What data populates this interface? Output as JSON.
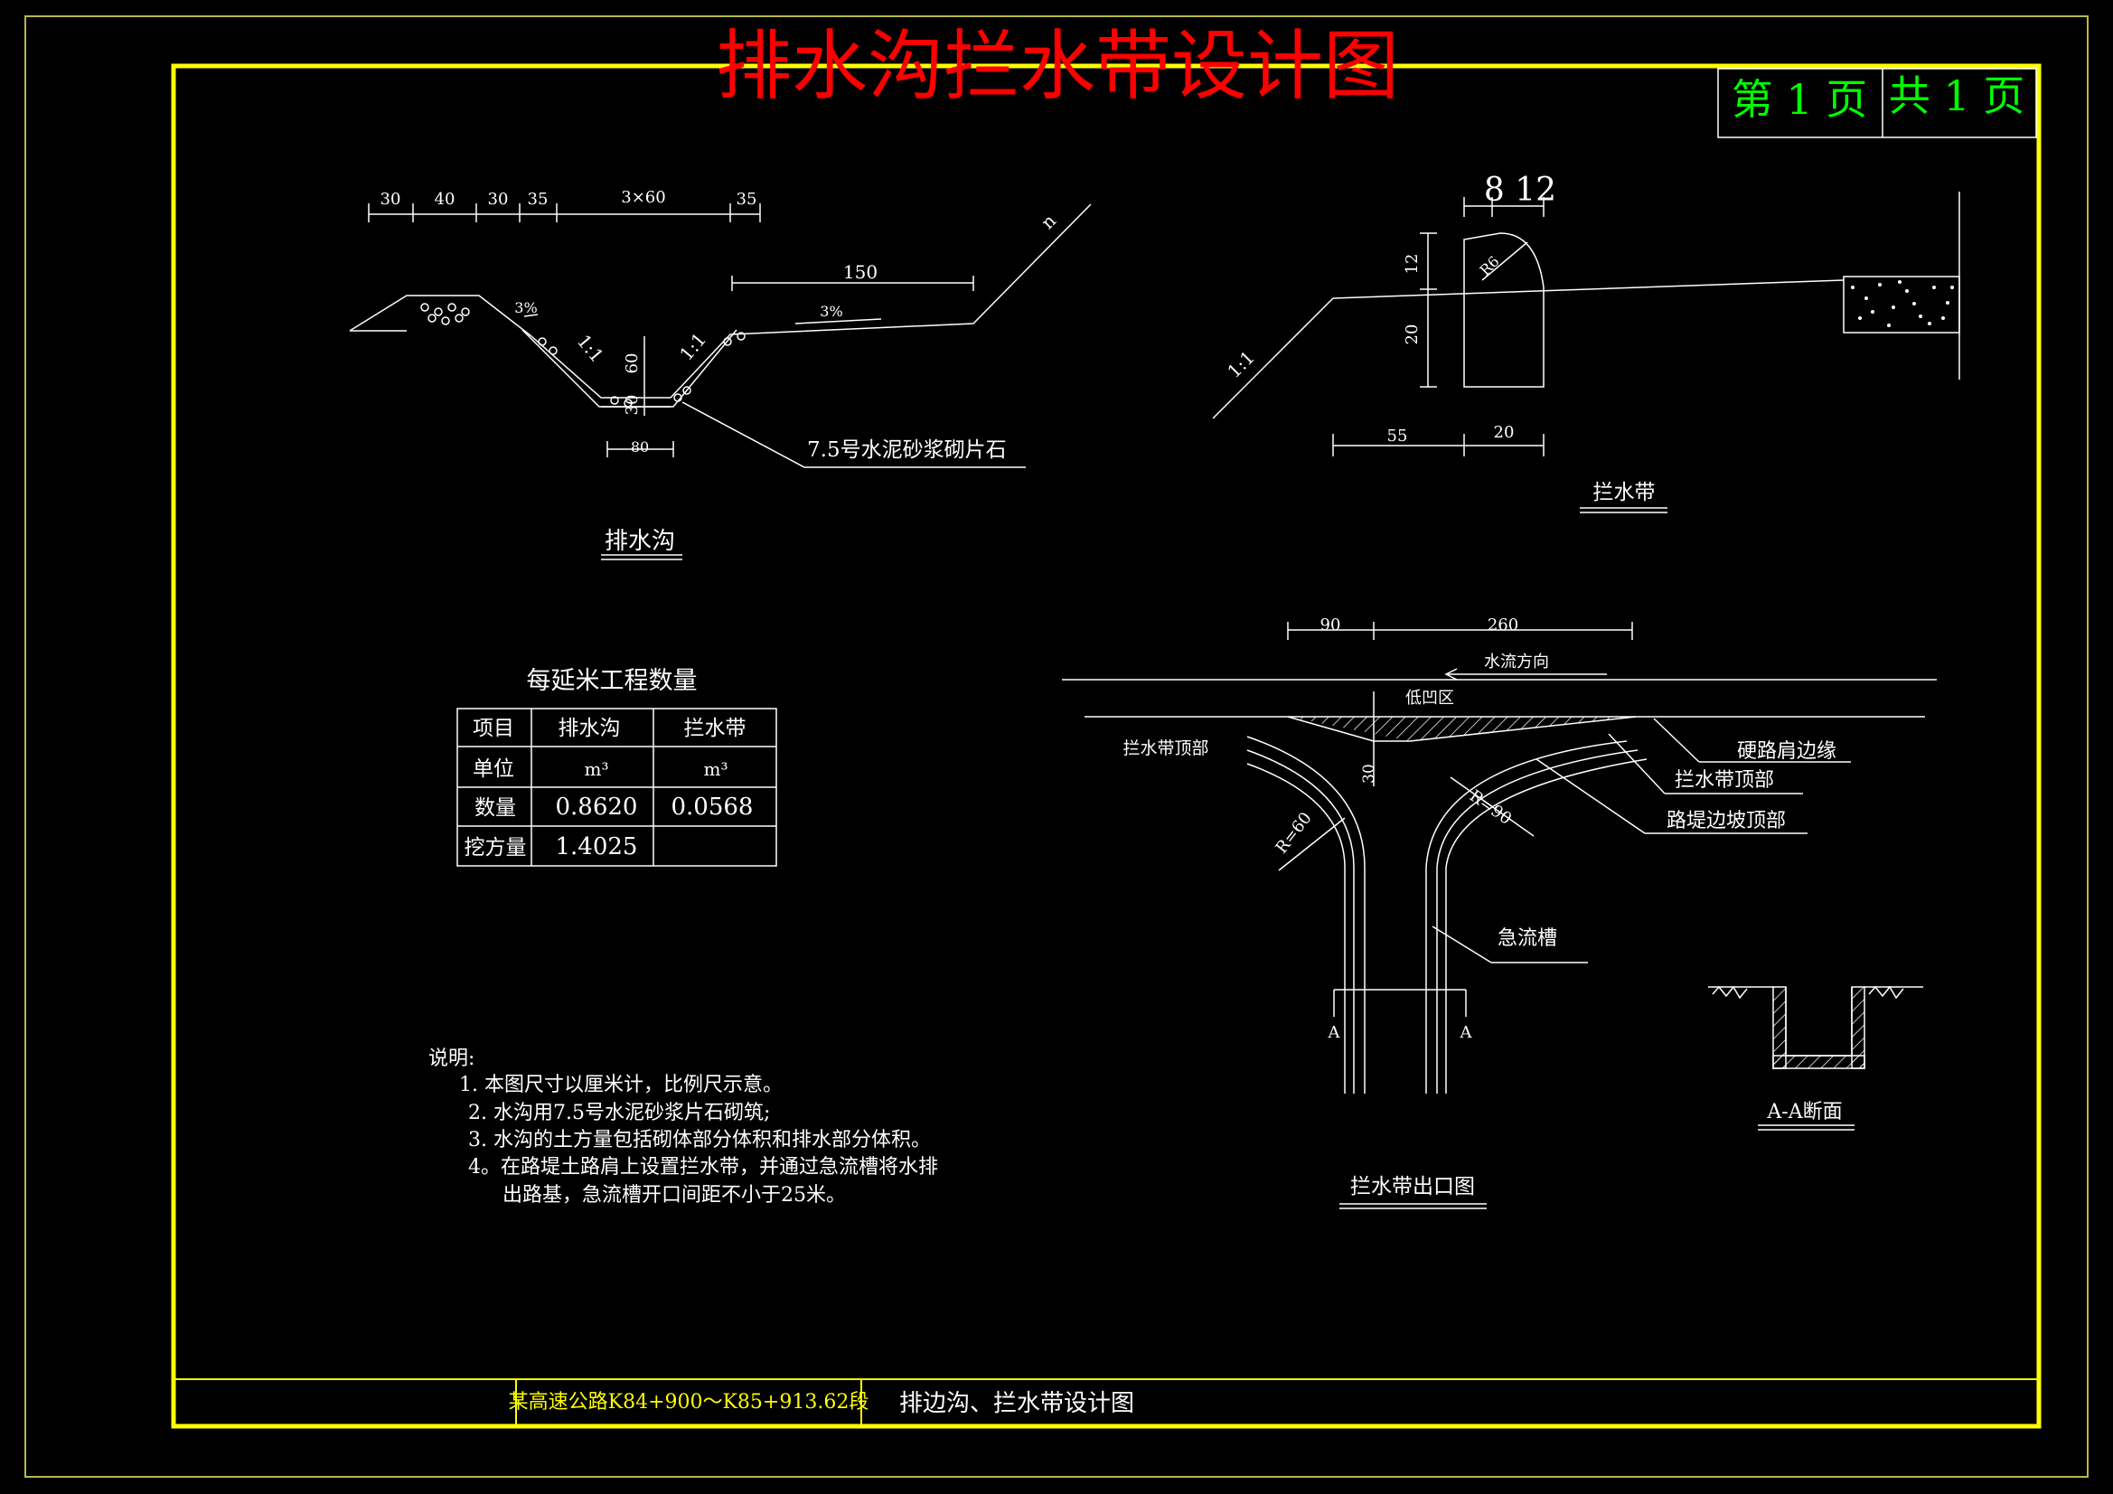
{
  "title": "排水沟拦水带设计图",
  "page": {
    "current": "第 1 页",
    "total": "共 1 页"
  },
  "colors": {
    "title": "#ff0000",
    "frame": "#ffff00",
    "page": "#00ff00",
    "line": "#ffffff",
    "yellow_text": "#ffff00"
  },
  "ditch": {
    "caption": "排水沟",
    "dims_top": [
      "30",
      "40",
      "30",
      "35",
      "3×60",
      "35"
    ],
    "dim_150": "150",
    "slope_3pct_left": "3%",
    "slope_3pct_right": "3%",
    "slope_left": "1:1",
    "slope_right": "1:1",
    "dim_60": "60",
    "dim_30": "30",
    "dim_80": "80",
    "n_label": "n",
    "material": "7.5号水泥砂浆砌片石"
  },
  "curb": {
    "caption": "拦水带",
    "dim_top": "8 12",
    "dim_12": "12",
    "dim_20_v": "20",
    "radius": "R6",
    "slope": "1:1",
    "dim_55": "55",
    "dim_20_h": "20"
  },
  "quantity_table": {
    "title": "每延米工程数量",
    "headers": [
      "项目",
      "排水沟",
      "拦水带"
    ],
    "rows": [
      [
        "单位",
        "m³",
        "m³"
      ],
      [
        "数量",
        "0.8620",
        "0.0568"
      ],
      [
        "挖方量",
        "1.4025",
        ""
      ]
    ]
  },
  "notes": {
    "heading": "说明:",
    "items": [
      "1. 本图尺寸以厘米计，比例尺示意。",
      "2. 水沟用7.5号水泥砂浆片石砌筑;",
      "3. 水沟的土方量包括砌体部分体积和排水部分体积。",
      "4。在路堤土路肩上设置拦水带，并通过急流槽将水排",
      "出路基，急流槽开口间距不小于25米。"
    ]
  },
  "outlet": {
    "caption": "拦水带出口图",
    "dim_90": "90",
    "dim_260": "260",
    "flow": "水流方向",
    "low_zone": "低凹区",
    "curb_top_left": "拦水带顶部",
    "dim_30": "30",
    "r60": "R=60",
    "r90": "R=90",
    "hard_shoulder": "硬路肩边缘",
    "curb_top_right": "拦水带顶部",
    "embankment_top": "路堤边坡顶部",
    "chute": "急流槽",
    "sec_a_left": "A",
    "sec_a_right": "A"
  },
  "section_aa": {
    "caption": "A-A断面"
  },
  "title_block": {
    "project": "某高速公路K84+900～K85+913.62段",
    "drawing": "排边沟、拦水带设计图"
  }
}
